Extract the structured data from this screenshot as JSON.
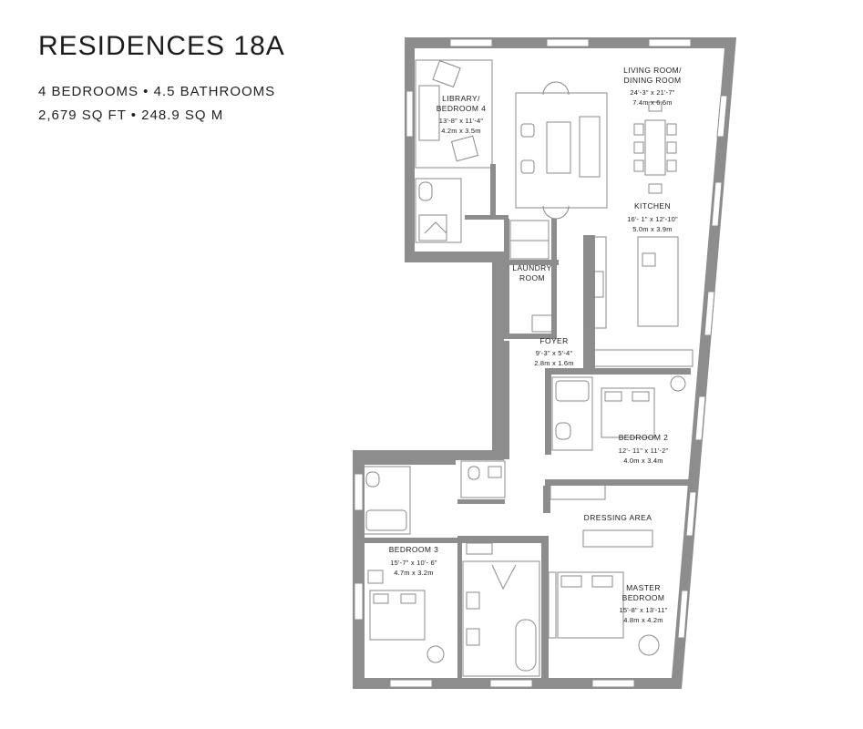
{
  "header": {
    "title": "RESIDENCES 18A",
    "line1": "4 BEDROOMS • 4.5 BATHROOMS",
    "line2": "2,679 SQ FT • 248.9 SQ M"
  },
  "colors": {
    "wall": "#8d8d8d",
    "line": "#888888",
    "window": "#ffffff"
  },
  "rooms": {
    "library": {
      "name1": "LIBRARY/",
      "name2": "BEDROOM 4",
      "dim_imperial": "13'-8\" x 11'-4\"",
      "dim_metric": "4.2m x 3.5m"
    },
    "living": {
      "name1": "LIVING ROOM/",
      "name2": "DINING ROOM",
      "dim_imperial": "24'-3\" x 21'-7\"",
      "dim_metric": "7.4m x 6.6m"
    },
    "kitchen": {
      "name1": "KITCHEN",
      "dim_imperial": "16'- 1\" x 12'-10\"",
      "dim_metric": "5.0m x 3.9m"
    },
    "laundry": {
      "name1": "LAUNDRY",
      "name2": "ROOM"
    },
    "foyer": {
      "name1": "FOYER",
      "dim_imperial": "9'-3\" x 5'-4\"",
      "dim_metric": "2.8m x 1.6m"
    },
    "bedroom2": {
      "name1": "BEDROOM 2",
      "dim_imperial": "12'- 11\" x 11'-2\"",
      "dim_metric": "4.0m x 3.4m"
    },
    "dressing": {
      "name1": "DRESSING AREA"
    },
    "bedroom3": {
      "name1": "BEDROOM 3",
      "dim_imperial": "15'-7\" x 10'- 6\"",
      "dim_metric": "4.7m x 3.2m"
    },
    "master": {
      "name1": "MASTER",
      "name2": "BEDROOM",
      "dim_imperial": "15'-8\" x 13'-11\"",
      "dim_metric": "4.8m x 4.2m"
    }
  }
}
